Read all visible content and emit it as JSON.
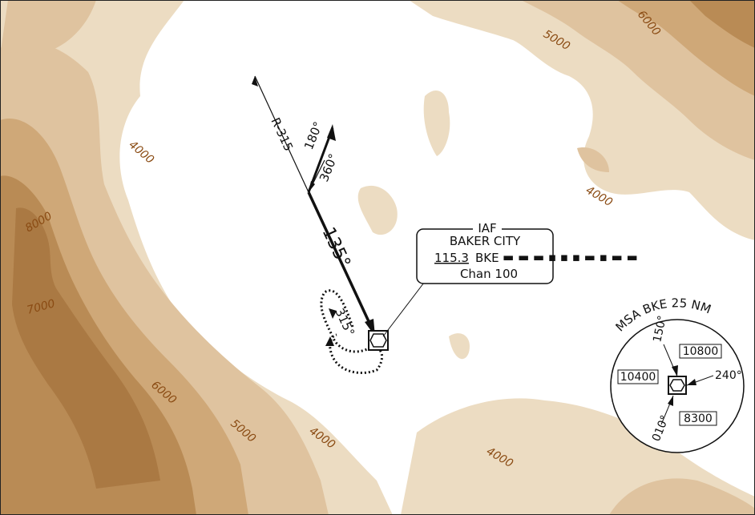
{
  "contour_labels": {
    "c4000_west": "4000",
    "c8000": "8000",
    "c7000": "7000",
    "c6000_sw": "6000",
    "c5000_sw": "5000",
    "c4000_sw": "4000",
    "c4000_s": "4000",
    "c5000_ne": "5000",
    "c6000_ne": "6000",
    "c4000_e": "4000"
  },
  "procedure": {
    "radial_label": "R-315",
    "outbound_course": "180°",
    "inbound_course": "360°",
    "main_course": "135°",
    "hold_course": "315°"
  },
  "fix": {
    "type": "IAF",
    "name": "BAKER CITY",
    "frequency": "115.3",
    "identifier": "BKE",
    "morse": "▬ ▬ ▬ ▪ ▪ ▪ ▬ ▪ ▬ ▬",
    "channel": "Chan 100"
  },
  "msa": {
    "title": "MSA BKE 25 NM",
    "bearing_150": "150°",
    "bearing_240": "240°",
    "bearing_010": "010°",
    "alt_ne": "10800",
    "alt_w": "10400",
    "alt_se": "8300"
  },
  "colors": {
    "terrain_1": "#ecdcc2",
    "terrain_2": "#dfc39f",
    "terrain_3": "#cfa878",
    "terrain_4": "#b98b55",
    "terrain_5": "#a5733d",
    "contour_text": "#8a4b13"
  }
}
